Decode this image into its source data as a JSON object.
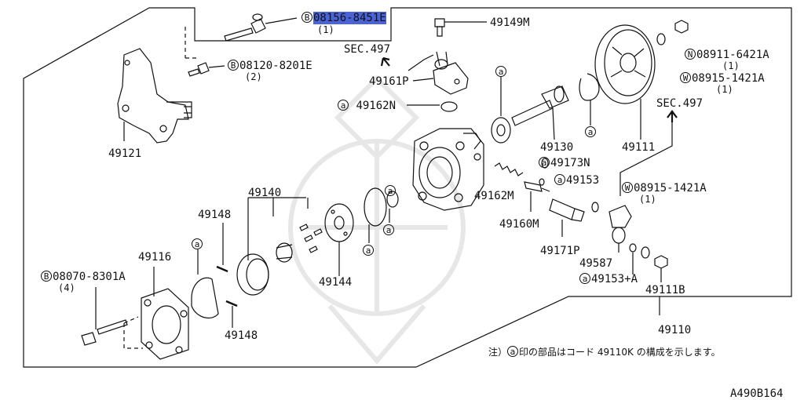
{
  "figure_code": "A490B164",
  "parts": {
    "p08156": {
      "prefix": "B",
      "num": "08156-8451E",
      "qty": "(1)"
    },
    "p08120": {
      "prefix": "B",
      "num": "08120-8201E",
      "qty": "(2)"
    },
    "p49149M": "49149M",
    "sec497_top": "SEC.497",
    "p49161P": "49161P",
    "p49162N": {
      "prefix": "a",
      "num": "49162N"
    },
    "p49121": "49121",
    "p49130": "49130",
    "p49111": "49111",
    "sec497_right": "SEC.497",
    "p08911": {
      "prefix": "N",
      "num": "08911-6421A",
      "qty": "(1)"
    },
    "p08915_top": {
      "prefix": "W",
      "num": "08915-1421A",
      "qty": "(1)"
    },
    "p49173N": {
      "prefix": "a",
      "num": "49173N"
    },
    "p49153": {
      "prefix": "a",
      "num": "49153"
    },
    "p08915_mid": {
      "prefix": "W",
      "num": "08915-1421A",
      "qty": "(1)"
    },
    "p49140": "49140",
    "p49148_top": "49148",
    "p49162M": "49162M",
    "p49160M": "49160M",
    "p49171P": "49171P",
    "p49587": "49587",
    "p49153A": {
      "prefix": "a",
      "num": "49153+A"
    },
    "p49111B": "49111B",
    "p49116": "49116",
    "p08070": {
      "prefix": "B",
      "num": "08070-8301A",
      "qty": "(4)"
    },
    "p49144": "49144",
    "p49148_bot": "49148",
    "p49110": "49110"
  },
  "circle_marks": "a",
  "note": {
    "prefix": "注）",
    "mark": "a",
    "text": "印の部品はコード 49110K の構成を示します。"
  }
}
